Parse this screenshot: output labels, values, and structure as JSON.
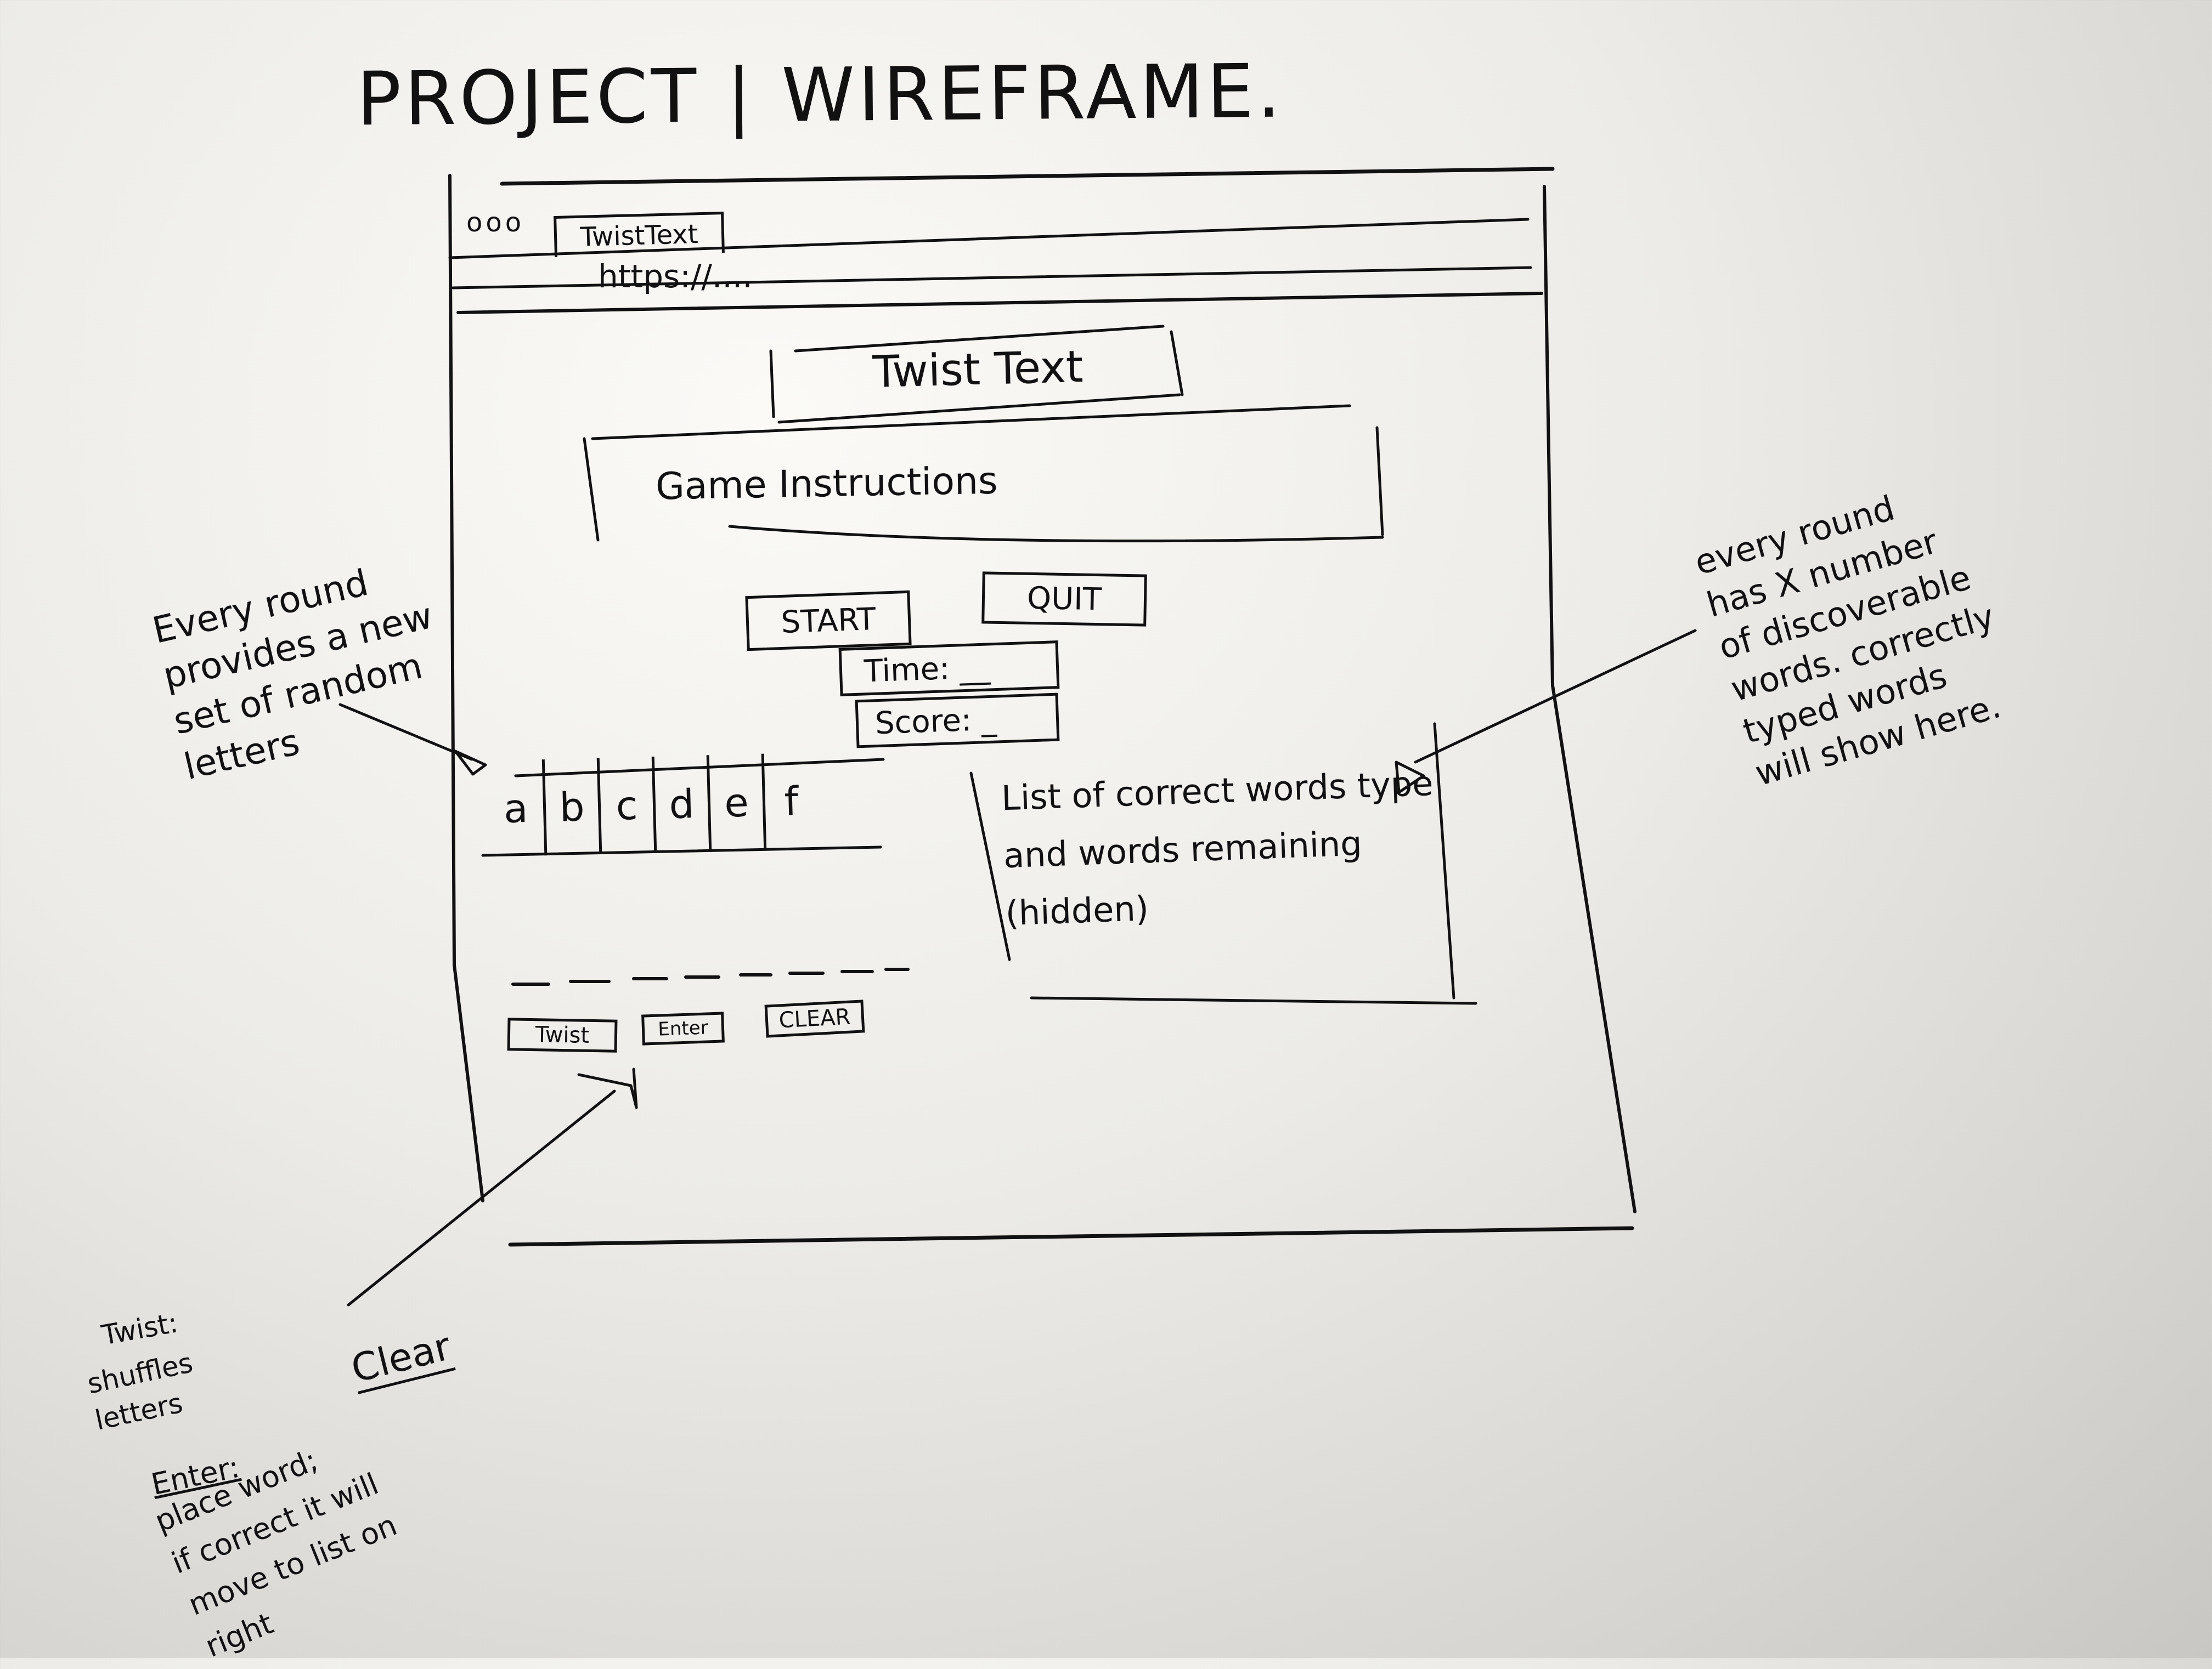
{
  "sketch": {
    "title": "PROJECT | WIREFRAME."
  },
  "browser": {
    "window_controls": "ooo",
    "tab_label": "TwistText",
    "address": "https://...."
  },
  "app": {
    "title": "Twist Text",
    "instructions": "Game Instructions",
    "start_label": "START",
    "quit_label": "QUIT",
    "time_label": "Time: __",
    "score_label": "Score: _",
    "letters": [
      "a",
      "b",
      "c",
      "d",
      "e",
      "f"
    ],
    "word_list_text": "List of correct words type and words remaining (hidden)",
    "twist_label": "Twist",
    "enter_label": "Enter",
    "clear_label": "CLEAR"
  },
  "annotations": {
    "left_note": "Every round\nprovides a new\nset of random\nletters",
    "right_note": "every round\nhas X number\nof discoverable\nwords. correctly\ntyped words\nwill show here.",
    "twist_label": "Twist:",
    "twist_desc": "shuffles\nletters",
    "clear_label": "Clear",
    "enter_label": "Enter:",
    "enter_desc": "place word;\nif correct it will\nmove to list on\nright"
  }
}
